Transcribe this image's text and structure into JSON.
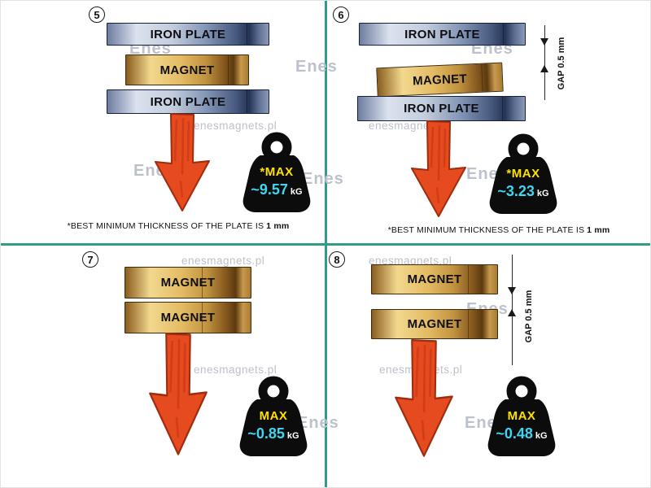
{
  "watermark": {
    "site": "enesmagnets.pl",
    "brand": "Enes"
  },
  "colors": {
    "divider": "#2f9c8a",
    "plate_face": "#8293b2",
    "magnet_face": "#d8a94e",
    "arrow": "#e64a1f",
    "weight": "#0c0c0c",
    "max_label_color": "#ffe000",
    "value_color": "#3fd6f2"
  },
  "panels": [
    {
      "number": "5",
      "layers": [
        "IRON PLATE",
        "MAGNET",
        "IRON PLATE"
      ],
      "weight": {
        "label": "*MAX",
        "value": "~9.57",
        "unit": "kG"
      },
      "caption_text": "*BEST MINIMUM THICKNESS OF THE PLATE IS",
      "caption_bold": "1 mm"
    },
    {
      "number": "6",
      "layers": [
        "IRON PLATE",
        "MAGNET",
        "IRON PLATE"
      ],
      "gap_label": "GAP 0.5 mm",
      "weight": {
        "label": "*MAX",
        "value": "~3.23",
        "unit": "kG"
      },
      "caption_text": "*BEST MINIMUM THICKNESS OF THE PLATE IS",
      "caption_bold": "1 mm"
    },
    {
      "number": "7",
      "layers": [
        "MAGNET",
        "MAGNET"
      ],
      "weight": {
        "label": "MAX",
        "value": "~0.85",
        "unit": "kG"
      }
    },
    {
      "number": "8",
      "layers": [
        "MAGNET",
        "MAGNET"
      ],
      "gap_label": "GAP 0.5 mm",
      "weight": {
        "label": "MAX",
        "value": "~0.48",
        "unit": "kG"
      }
    }
  ]
}
